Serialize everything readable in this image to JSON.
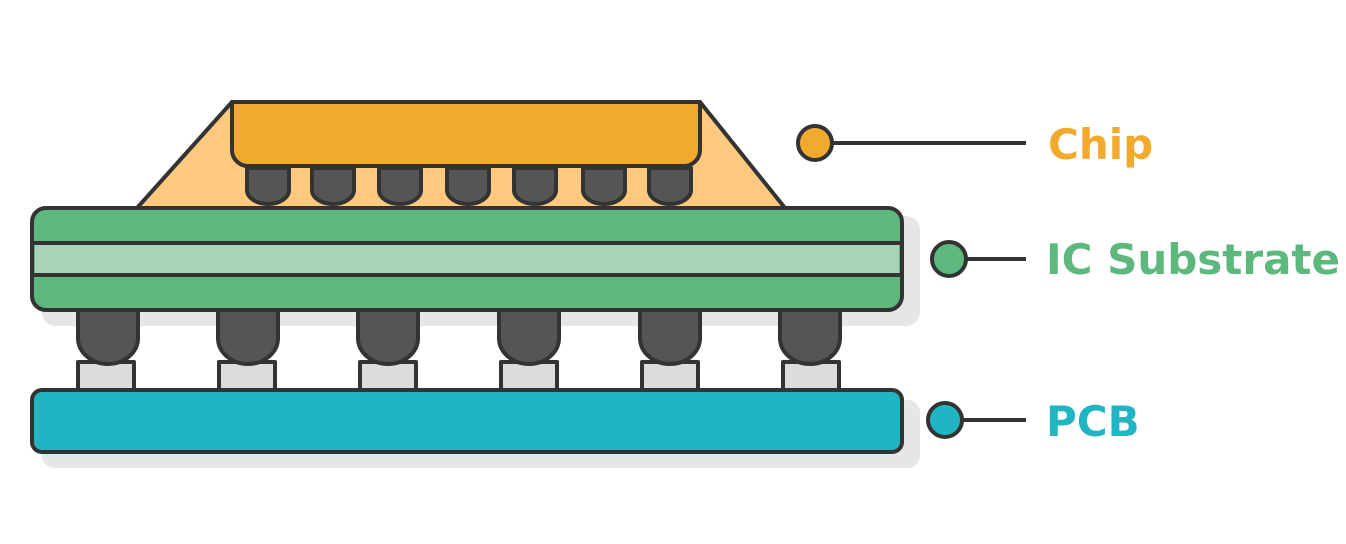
{
  "labels": {
    "chip": "Chip",
    "substrate": "IC Substrate",
    "pcb": "PCB"
  },
  "colors": {
    "chip": "#F2AA2E",
    "underfill": "#FFCA7F",
    "substrate": "#5CB87D",
    "substrate_core": "#A9D3B9",
    "pcb": "#21B5C3",
    "solder": "#555555",
    "pad": "#DCDCDC",
    "outline": "#333333",
    "shadow": "#E6E6E6"
  }
}
